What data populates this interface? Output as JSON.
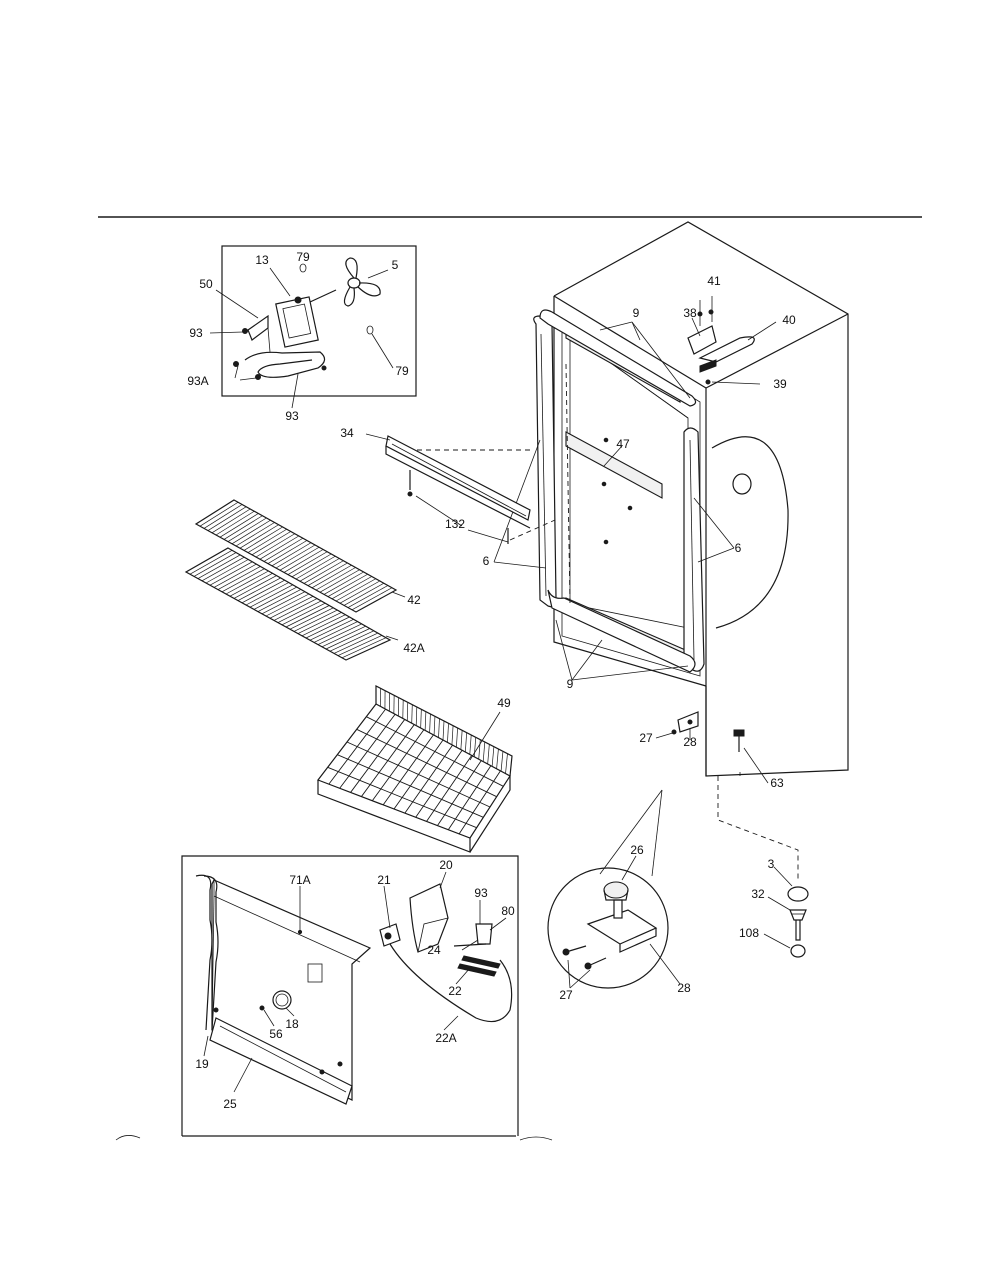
{
  "diagram": {
    "labels": {
      "p13": "13",
      "p79a": "79",
      "p5": "5",
      "p50": "50",
      "p93a": "93",
      "p93A": "93A",
      "p93b": "93",
      "p79b": "79",
      "p41": "41",
      "p38": "38",
      "p40": "40",
      "p39": "39",
      "p9a": "9",
      "p47": "47",
      "p34": "34",
      "p132": "132",
      "p6a": "6",
      "p6b": "6",
      "p42": "42",
      "p42A": "42A",
      "p9b": "9",
      "p49": "49",
      "p27a": "27",
      "p28a": "28",
      "p63": "63",
      "p71A": "71A",
      "p21": "21",
      "p20": "20",
      "p93c": "93",
      "p80": "80",
      "p24": "24",
      "p22": "22",
      "p18": "18",
      "p56": "56",
      "p22A": "22A",
      "p19": "19",
      "p25": "25",
      "p26": "26",
      "p27b": "27",
      "p28b": "28",
      "p3": "3",
      "p32": "32",
      "p108": "108"
    }
  }
}
